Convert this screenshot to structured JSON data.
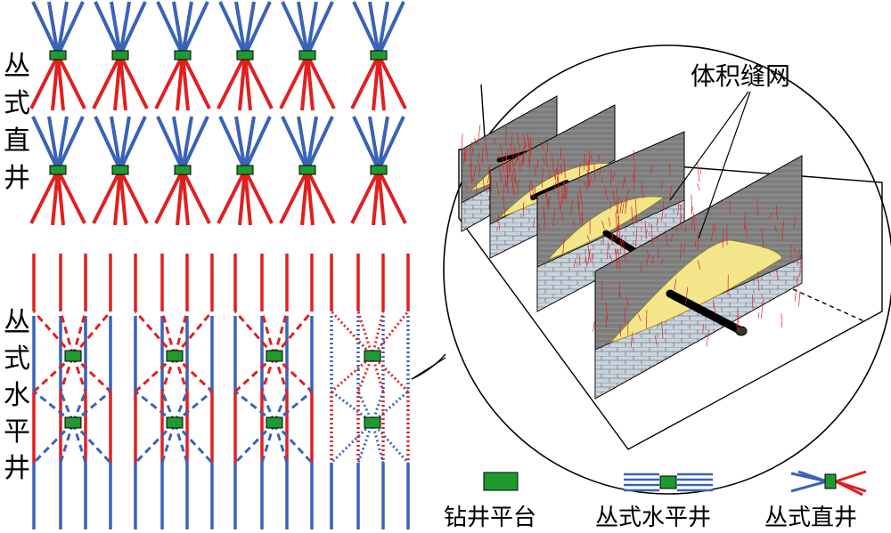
{
  "labels": {
    "cluster_vertical": [
      "丛",
      "式",
      "直",
      "井"
    ],
    "cluster_horizontal": [
      "丛",
      "式",
      "水",
      "平",
      "井"
    ],
    "fracture_network": "体积缝网"
  },
  "legend": {
    "pad": "钻井平台",
    "horizontal": "丛式水平井",
    "vertical": "丛式直井"
  },
  "colors": {
    "red": "#e02020",
    "blue": "#3a63b8",
    "green": "#1f9a2f",
    "panel": "#7d7d7d",
    "fracture": "#f2e58a",
    "brick": "#c9d3de"
  }
}
